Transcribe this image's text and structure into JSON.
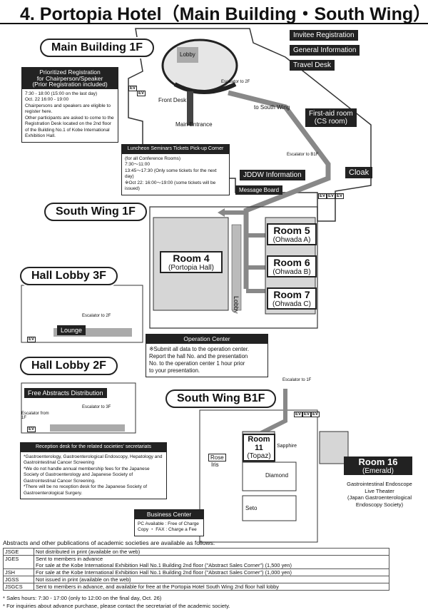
{
  "title": "4. Portopia Hotel（Main Building・South Wing）",
  "sections": {
    "main_1f": "Main Building 1F",
    "south_1f": "South Wing 1F",
    "hall_3f": "Hall Lobby 3F",
    "hall_2f": "Hall Lobby 2F",
    "south_b1f": "South Wing B1F"
  },
  "services": {
    "invitee": "Invitee Registration",
    "general": "General Information",
    "travel": "Travel Desk"
  },
  "labels": {
    "lobby": "Lobby",
    "front_desk": "Front Desk",
    "main_entrance": "Main Entrance",
    "to_south_wing": "to South Wing",
    "escalator_2f": "Escalator to 2F",
    "escalator_b1f": "Escalator to B1F",
    "escalator_3f": "Escalator to 3F",
    "escalator_from_1f": "Escalator from 1F",
    "escalator_1f": "Escalator to 1F",
    "first_aid": "First-aid room\n(CS room)",
    "cloak": "Cloak",
    "jddw": "JDDW Information",
    "message_board": "Message Board",
    "ev": "EV",
    "lounge": "Lounge",
    "lobby_vertical": "Lobby",
    "rose": "Rose",
    "iris": "Iris",
    "sapphire": "Sapphire",
    "diamond": "Diamond",
    "seto": "Seto"
  },
  "rooms": {
    "room4": {
      "name": "Room 4",
      "sub": "(Portopia Hall)"
    },
    "room5": {
      "name": "Room 5",
      "sub": "(Ohwada A)"
    },
    "room6": {
      "name": "Room 6",
      "sub": "(Ohwada B)"
    },
    "room7": {
      "name": "Room 7",
      "sub": "(Ohwada C)"
    },
    "room11": {
      "name": "Room 11",
      "sub": "(Topaz)"
    },
    "room16": {
      "name": "Room 16",
      "sub": "(Emerald)"
    }
  },
  "room16_note": "Gastrointestinal Endoscope\nLive Theater\n(Japan Gastroenterological\nEndoscopy Society)",
  "registration": {
    "header": "Prioritized Registration\nfor Chairperson/Speaker\n(Prior Registration included)",
    "body": "7:30 - 18:00 (15:00 on the last day)\nOct. 22 16:00 - 19:00\nChairpersons and speakers are eligible to register here.\nOther participants are asked to come to the Registration Desk located on the 2nd floor of the Building No.1 of Kobe International Exhibition Hall."
  },
  "luncheon": {
    "header": "Luncheon Seminars Tickets Pick-up Corner",
    "body": "(for all Conference Rooms)\n7:30～11:00\n13:45～17:30 (Only some tickets for the next day)\n※Oct 22: 16:00～19:00 (some tickets will be issued)"
  },
  "operation": {
    "header": "Operation Center",
    "body": "※Submit all data to the operation center.\n   Report the hall No. and the presentation\n   No. to the operation center 1 hour prior\n   to your presentation."
  },
  "free_abstracts": "Free Abstracts Distribution",
  "reception": {
    "header": "Reception desk for the related societies' secretariats",
    "body": "*Gastroenterology, Gastroenterological Endoscopy, Hepatology and Gastrointestinal Cancer Screening\n*We do not handle annual membership fees for the Japanese Society of Gastroenterology and Japanese Society of Gastrointestinal Cancer Screening.\n*There will be no reception desk for the Japanese Society of Gastroenterological Surgery."
  },
  "business": {
    "header": "Business Center",
    "body": "PC Available : Free of Charge\nCopy ・ FAX : Charge a Fee"
  },
  "pubs_intro": "Abstracts and other publications of academic societies are available as follows:",
  "pubs": [
    {
      "code": "JSGE",
      "text": "Not distributed in print (available on the web)"
    },
    {
      "code": "JGES",
      "text": "Sent to members in advance\nFor sale at the Kobe International Exhibition Hall No.1 Building 2nd floor (\"Abstract Sales Corner\") (1,500 yen)"
    },
    {
      "code": "JSH",
      "text": "For sale at the Kobe International Exhibition Hall No.1 Building 2nd floor (\"Abstract Sales Corner\") (1,000 yen)"
    },
    {
      "code": "JGSS",
      "text": "Not issued in print (available on the web)"
    },
    {
      "code": "JSGCS",
      "text": "Sent to members in advance, and available for free at the Portopia Hotel South Wing 2nd floor hall lobby"
    }
  ],
  "notes": [
    "* Sales hours: 7:30 - 17:00 (only to 12:00 on the final day, Oct. 26)",
    "* For inquiries about advance purchase, please contact the secretariat of the academic society."
  ]
}
